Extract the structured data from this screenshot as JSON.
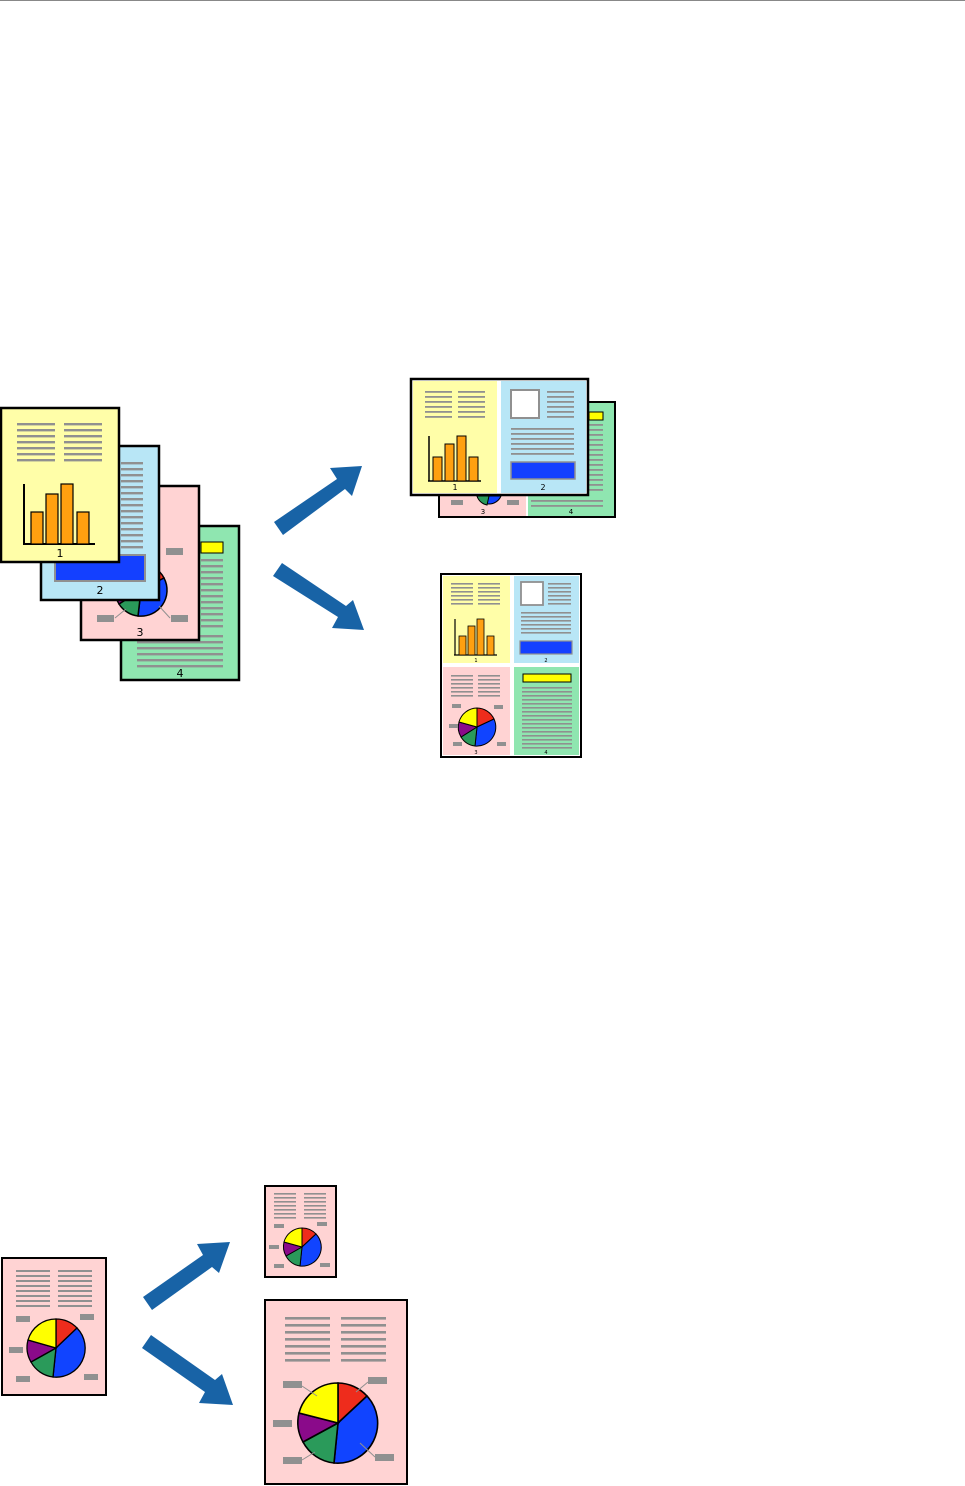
{
  "colors": {
    "yellow_page": "#fffea8",
    "blue_page": "#b8e6f6",
    "pink_page": "#ffd3d3",
    "green_page": "#8fe6b0",
    "text_line": "#909090",
    "arrow": "#1863a6",
    "bar": "#ffa010",
    "highlight_blue": "#1440ff",
    "highlight_yellow": "#ffff00",
    "pie": [
      "#ee2c1c",
      "#1144ff",
      "#2a9a5a",
      "#8a0a8a",
      "#ffff00"
    ]
  },
  "page_numbers": {
    "page1": "1",
    "page2": "2",
    "page3": "3",
    "page4": "4"
  },
  "icons": [
    "stacked-pages-icon",
    "two-up-layout-icon",
    "four-up-layout-icon",
    "pie-chart-page-icon",
    "arrow-icon"
  ]
}
